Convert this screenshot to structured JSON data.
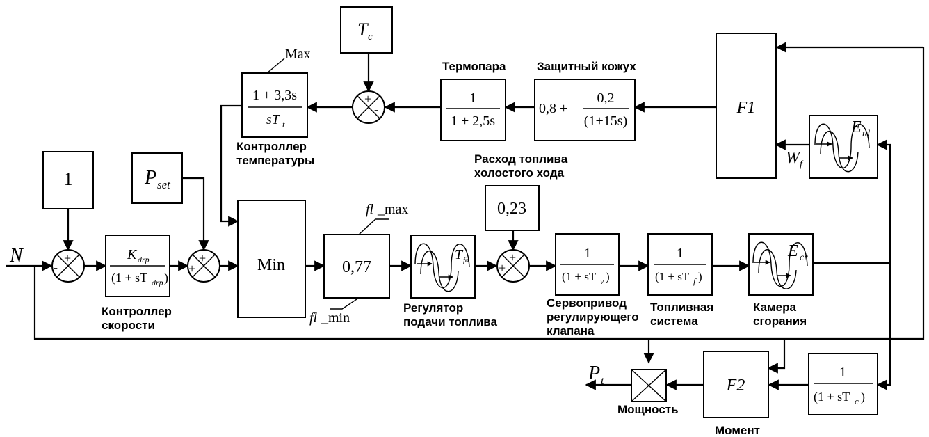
{
  "inputs": {
    "one": "1",
    "p_set": "P",
    "p_set_sub": "set",
    "tc": "T",
    "tc_sub": "c",
    "n": "N"
  },
  "speed_controller": {
    "num": "K",
    "num_sub": "drp",
    "den_a": "(1 + sT",
    "den_sub": "drp",
    "den_b": ")",
    "label1": "Контроллер",
    "label2": "скорости"
  },
  "min_block": {
    "label": "Min"
  },
  "limiter": {
    "value": "0,77",
    "max_a": "fl",
    "max_b": "_max",
    "min_a": "fl",
    "min_b": "_min"
  },
  "temp_controller": {
    "num": "1 + 3,3s",
    "den_a": "sT",
    "den_sub": "t",
    "max_label": "Max",
    "label1": "Контроллер",
    "label2": "температуры"
  },
  "thermocouple": {
    "title": "Термопара",
    "num": "1",
    "den": "1 + 2,5s"
  },
  "shield": {
    "title": "Защитный кожух",
    "lead": "0,8 +",
    "num": "0,2",
    "den": "(1+15s)"
  },
  "f1": {
    "label": "F1"
  },
  "delay_td": {
    "label": "E",
    "sub": "td"
  },
  "wf": {
    "label": "W",
    "sub": "f"
  },
  "fuel_regulator": {
    "label": "T",
    "sub": "fd",
    "title1": "Регулятор",
    "title2": "подачи топлива"
  },
  "idle_fuel": {
    "value": "0,23",
    "title1": "Расход топлива",
    "title2": "холостого хода"
  },
  "servo": {
    "num": "1",
    "den_a": "(1 + sT",
    "den_sub": "v",
    "den_b": ")",
    "title1": "Сервопривод",
    "title2": "регулирующего",
    "title3": "клапана"
  },
  "fuel_system": {
    "num": "1",
    "den_a": "(1 + sT",
    "den_sub": "f",
    "den_b": ")",
    "title1": "Топливная",
    "title2": "система"
  },
  "combustor": {
    "label": "E",
    "sub": "cr",
    "title1": "Камера",
    "title2": "сгорания"
  },
  "f2": {
    "label": "F2",
    "title": "Момент"
  },
  "tc_block": {
    "num": "1",
    "den_a": "(1 + sT",
    "den_sub": "c",
    "den_b": ")"
  },
  "power": {
    "label": "P",
    "sub": "t",
    "title": "Мощность"
  },
  "signs": {
    "plus": "+",
    "minus": "-"
  }
}
